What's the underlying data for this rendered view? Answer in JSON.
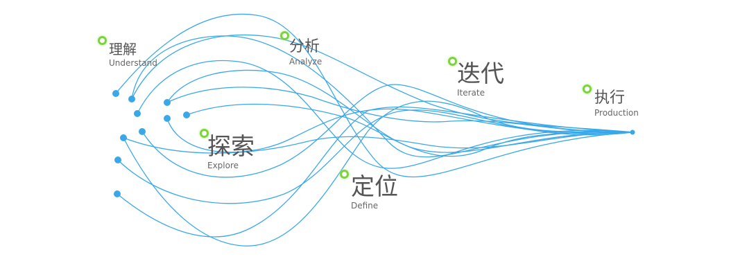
{
  "colors": {
    "line": "#3aa8e8",
    "marker": "#7ed23f",
    "text": "#555555"
  },
  "stages": [
    {
      "zh": "理解",
      "en": "Understand"
    },
    {
      "zh": "分析",
      "en": "Analyze"
    },
    {
      "zh": "探索",
      "en": "Explore"
    },
    {
      "zh": "定位",
      "en": "Define"
    },
    {
      "zh": "迭代",
      "en": "Iterate"
    },
    {
      "zh": "执行",
      "en": "Production"
    }
  ]
}
